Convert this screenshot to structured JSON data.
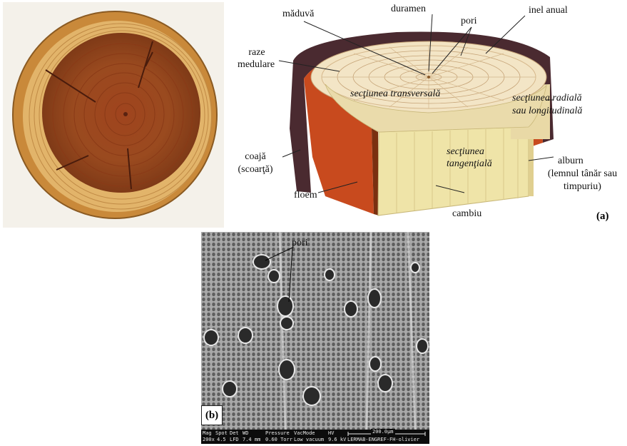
{
  "panel_a": {
    "letter": "(a)",
    "labels": {
      "maduva": "măduvă",
      "duramen": "duramen",
      "pori": "pori",
      "inel_anual": "inel anual",
      "raze_line1": "raze",
      "raze_line2": "medulare",
      "sectiunea_transversala": "secţiunea transversală",
      "radiala_line1": "secţiunea radială",
      "radiala_line2": "sau longitudinală",
      "tangentiala_line1": "secţiunea",
      "tangentiala_line2": "tangenţială",
      "coaja_line1": "coajă",
      "coaja_line2": "(scoarţă)",
      "alburn_line1": "alburn",
      "alburn_line2": "(lemnul tânăr sau",
      "alburn_line3": "timpuriu)",
      "floem": "floem",
      "cambiu": "cambiu"
    }
  },
  "panel_b": {
    "letter": "(b)",
    "pori_label": "pori",
    "info_bar": {
      "h_mag": "Mag",
      "h_spot": "Spot",
      "h_det": "Det",
      "h_wd": "WD",
      "h_pressure": "Pressure",
      "h_vacmode": "VacMode",
      "h_hv": "HV",
      "v_mag": "200x",
      "v_spot": "4.5",
      "v_det": "LFD",
      "v_wd": "7.4 mm",
      "v_pressure": "0.60 Torr",
      "v_vacmode": "Low vacuum",
      "v_hv": "9.6 kV",
      "scale": "200.0µm",
      "operator": "LERMAB-ENGREF-FH-olivier"
    }
  }
}
